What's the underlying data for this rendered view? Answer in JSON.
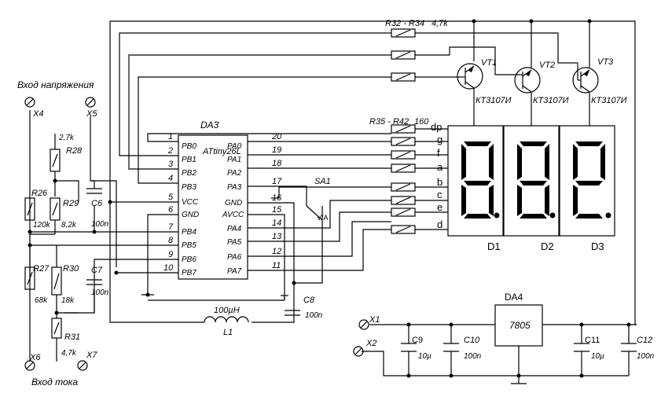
{
  "labels": {
    "voltage_input": "Вход напряжения",
    "current_input": "Вход тока",
    "x4": "X4",
    "x5": "X5",
    "x6": "X6",
    "x7": "X7",
    "x1": "X1",
    "x2": "X2"
  },
  "resistors": {
    "r26": {
      "ref": "R26",
      "val": "120k"
    },
    "r28": {
      "ref": "R28",
      "val": "2,7k"
    },
    "r29": {
      "ref": "R29",
      "val": "8,2k"
    },
    "r27": {
      "ref": "R27",
      "val": "68k"
    },
    "r30": {
      "ref": "R30",
      "val": "18k"
    },
    "r31": {
      "ref": "R31",
      "val": "4,7k"
    },
    "r32_34": {
      "ref": "R32 - R34",
      "val": "4,7k"
    },
    "r35_42": {
      "ref": "R35 - R42",
      "val": "160"
    }
  },
  "capacitors": {
    "c6": {
      "ref": "C6",
      "val": "100n"
    },
    "c7": {
      "ref": "C7",
      "val": "100n"
    },
    "c8": {
      "ref": "C8",
      "val": "100n"
    },
    "c9": {
      "ref": "C9",
      "val": "10µ"
    },
    "c10": {
      "ref": "C10",
      "val": "100n"
    },
    "c11": {
      "ref": "C11",
      "val": "10µ"
    },
    "c12": {
      "ref": "C12",
      "val": "100n"
    }
  },
  "inductor": {
    "ref": "L1",
    "val": "100µH"
  },
  "switch": {
    "ref": "SA1",
    "val": "V/A"
  },
  "mcu": {
    "ref": "DA3",
    "name": "ATtiny26L",
    "left_pins": [
      {
        "num": "1",
        "name": "PB0"
      },
      {
        "num": "2",
        "name": "PB1"
      },
      {
        "num": "3",
        "name": "PB2"
      },
      {
        "num": "4",
        "name": "PB3"
      },
      {
        "num": "5",
        "name": "VCC"
      },
      {
        "num": "6",
        "name": "GND"
      },
      {
        "num": "7",
        "name": "PB4"
      },
      {
        "num": "8",
        "name": "PB5"
      },
      {
        "num": "9",
        "name": "PB6"
      },
      {
        "num": "10",
        "name": "PB7"
      }
    ],
    "right_pins": [
      {
        "num": "20",
        "name": "PA0"
      },
      {
        "num": "19",
        "name": "PA1"
      },
      {
        "num": "18",
        "name": "PA2"
      },
      {
        "num": "17",
        "name": "PA3"
      },
      {
        "num": "16",
        "name": "GND"
      },
      {
        "num": "15",
        "name": "AVCC"
      },
      {
        "num": "14",
        "name": "PA4"
      },
      {
        "num": "13",
        "name": "PA5"
      },
      {
        "num": "12",
        "name": "PA6"
      },
      {
        "num": "11",
        "name": "PA7"
      }
    ]
  },
  "transistors": [
    {
      "ref": "VT1",
      "type": "КТ3107И"
    },
    {
      "ref": "VT2",
      "type": "КТ3107И"
    },
    {
      "ref": "VT3",
      "type": "КТ3107И"
    }
  ],
  "segments": [
    "dp",
    "g",
    "f",
    "a",
    "b",
    "c",
    "e",
    "d"
  ],
  "displays": [
    "D1",
    "D2",
    "D3"
  ],
  "regulator": {
    "ref": "DA4",
    "val": "7805"
  }
}
